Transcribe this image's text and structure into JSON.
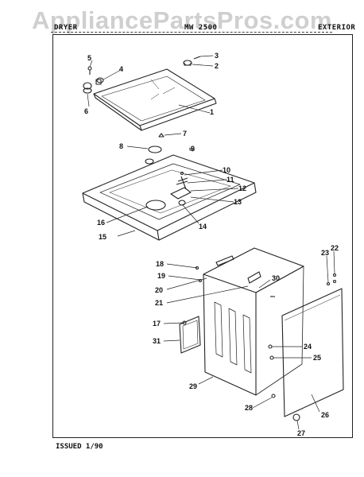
{
  "watermark": "AppliancePartsPros.com",
  "header": {
    "left": "DRYER",
    "model": "MW 2500",
    "section": "EXTERIOR"
  },
  "footer": "ISSUED 1/90",
  "callouts": [
    "1",
    "2",
    "3",
    "4",
    "5",
    "6",
    "7",
    "8",
    "9",
    "10",
    "11",
    "12",
    "13",
    "14",
    "15",
    "16",
    "17",
    "18",
    "19",
    "20",
    "21",
    "22",
    "23",
    "24",
    "25",
    "26",
    "27",
    "28",
    "29",
    "30",
    "31"
  ]
}
